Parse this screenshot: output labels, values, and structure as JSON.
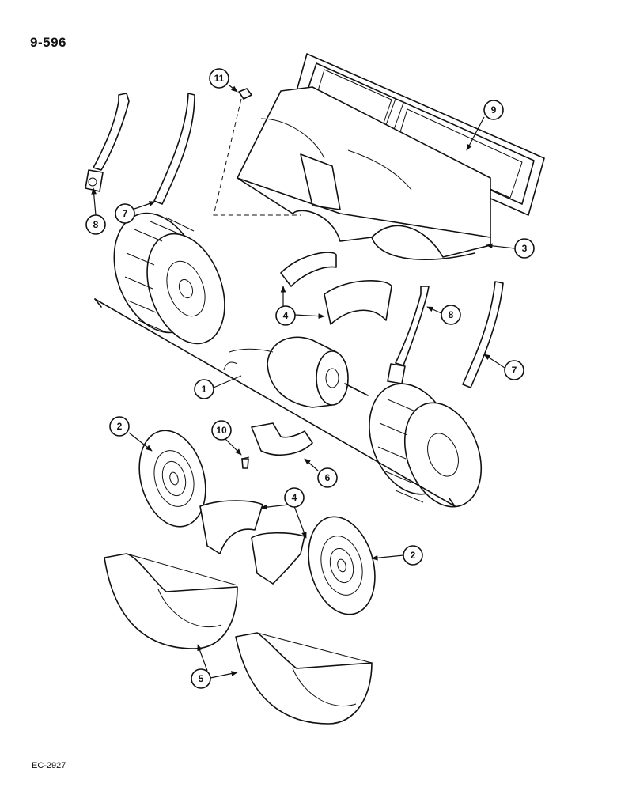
{
  "page_number": "9-596",
  "figure_code": "EC-2927",
  "callouts": {
    "c11": "11",
    "c9": "9",
    "c8a": "8",
    "c7a": "7",
    "c3": "3",
    "c4a": "4",
    "c8b": "8",
    "c7b": "7",
    "c1": "1",
    "c2a": "2",
    "c10": "10",
    "c6": "6",
    "c4b": "4",
    "c2b": "2",
    "c5": "5"
  }
}
